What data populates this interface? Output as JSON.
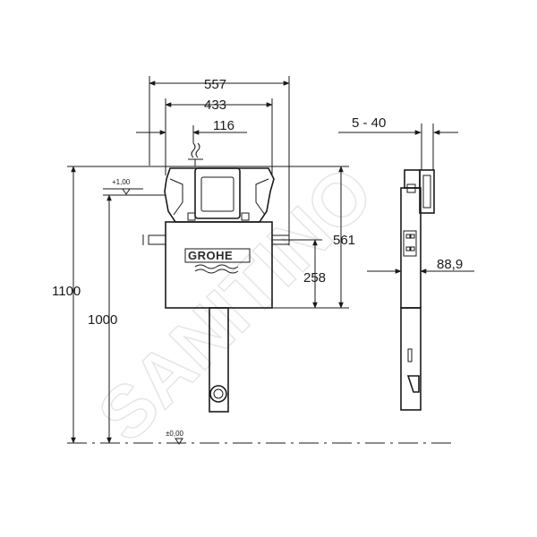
{
  "dimensions": {
    "width_overall": "557",
    "width_frame": "433",
    "offset_outlet": "116",
    "height_total": "1100",
    "height_floor": "1000",
    "height_cistern": "561",
    "height_lower": "258",
    "wall_range": "5 - 40",
    "depth": "88,9"
  },
  "levels": {
    "top": "+1,00",
    "floor": "±0,00"
  },
  "brand": {
    "logo_text": "GROHE"
  },
  "watermark": {
    "text": "SANITINO"
  },
  "colors": {
    "line": "#1a1a1a",
    "watermark": "#e6e6e6"
  }
}
